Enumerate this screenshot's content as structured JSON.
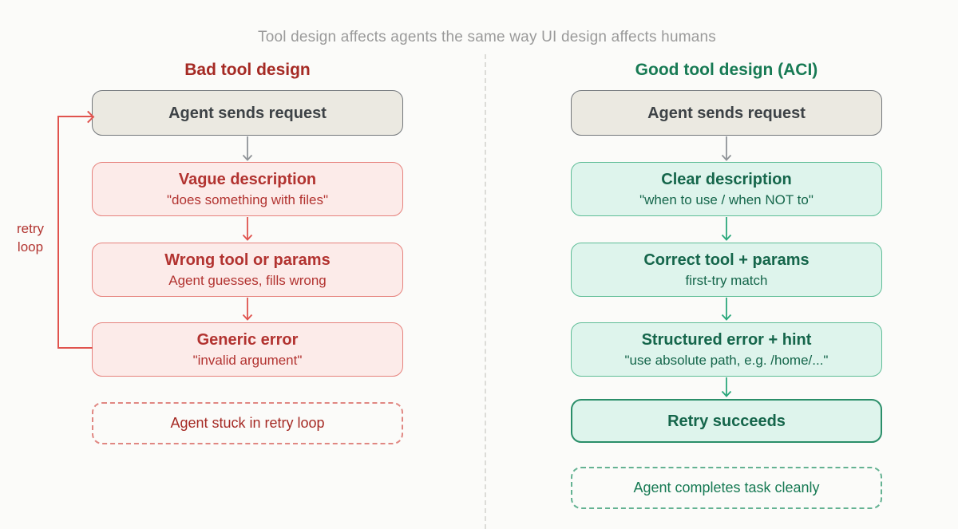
{
  "title": "Tool design affects agents the same way UI design affects humans",
  "palette": {
    "background": "#fbfbf9",
    "title_gray": "#9a9a9a",
    "bad_header": "#a52a24",
    "bad_text": "#b23330",
    "bad_fill": "#fcebe9",
    "bad_border": "#e6827d",
    "bad_arrow": "#e0534e",
    "good_header": "#177a54",
    "good_text": "#15664b",
    "good_fill": "#def4ec",
    "good_border": "#5fbd97",
    "good_arrow": "#2ba87c",
    "neutral_fill": "#ebe9e1",
    "neutral_border": "#73777b",
    "neutral_text": "#3d4246"
  },
  "left": {
    "header": "Bad tool design",
    "retry_label": "retry loop",
    "boxes": [
      {
        "title": "Agent sends request"
      },
      {
        "title": "Vague description",
        "subtitle": "\"does something with files\""
      },
      {
        "title": "Wrong tool or params",
        "subtitle": "Agent guesses, fills wrong"
      },
      {
        "title": "Generic error",
        "subtitle": "\"invalid argument\""
      }
    ],
    "outcome": "Agent stuck in retry loop"
  },
  "right": {
    "header": "Good tool design (ACI)",
    "boxes": [
      {
        "title": "Agent sends request"
      },
      {
        "title": "Clear description",
        "subtitle": "\"when to use / when NOT to\""
      },
      {
        "title": "Correct tool + params",
        "subtitle": "first-try match"
      },
      {
        "title": "Structured error + hint",
        "subtitle": "\"use absolute path, e.g. /home/...\""
      },
      {
        "title": "Retry succeeds"
      }
    ],
    "outcome": "Agent completes task cleanly"
  }
}
